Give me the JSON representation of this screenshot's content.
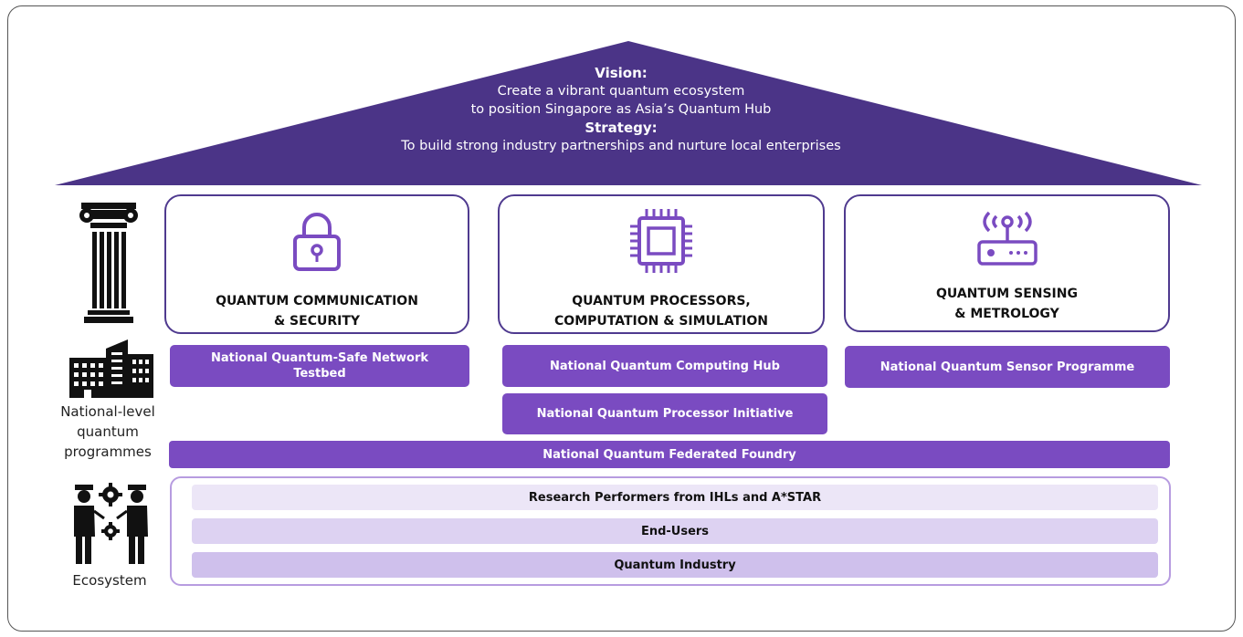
{
  "colors": {
    "roof": "#4b3487",
    "pillar_border": "#4f3a8f",
    "program": "#7a4bc1",
    "ecosystem_border": "#b79ce0",
    "eco_row_1": "#ece6f7",
    "eco_row_2": "#ddd2f2",
    "eco_row_3": "#cfc0ec"
  },
  "roof": {
    "vision_heading": "Vision:",
    "vision_line1": "Create a vibrant quantum ecosystem",
    "vision_line2": "to position Singapore as Asia’s Quantum Hub",
    "strategy_heading": "Strategy:",
    "strategy_line": "To build strong industry partnerships and nurture local enterprises"
  },
  "pillars": [
    {
      "icon": "padlock-icon",
      "title_line1": "QUANTUM COMMUNICATION",
      "title_line2": "& SECURITY"
    },
    {
      "icon": "microchip-icon",
      "title_line1": "QUANTUM PROCESSORS,",
      "title_line2": "COMPUTATION & SIMULATION"
    },
    {
      "icon": "sensor-router-icon",
      "title_line1": "QUANTUM SENSING",
      "title_line2": "& METROLOGY"
    }
  ],
  "programmes": {
    "comm_line1": "National Quantum-Safe Network",
    "comm_line2": "Testbed",
    "computing_hub": "National Quantum Computing Hub",
    "processor_initiative": "National Quantum Processor Initiative",
    "sensor": "National Quantum Sensor Programme",
    "foundry": "National Quantum Federated Foundry"
  },
  "side_labels": {
    "national_line1": "National-level",
    "national_line2": "quantum",
    "national_line3": "programmes",
    "ecosystem": "Ecosystem"
  },
  "ecosystem_rows": [
    "Research Performers from IHLs and A*STAR",
    "End-Users",
    "Quantum Industry"
  ]
}
